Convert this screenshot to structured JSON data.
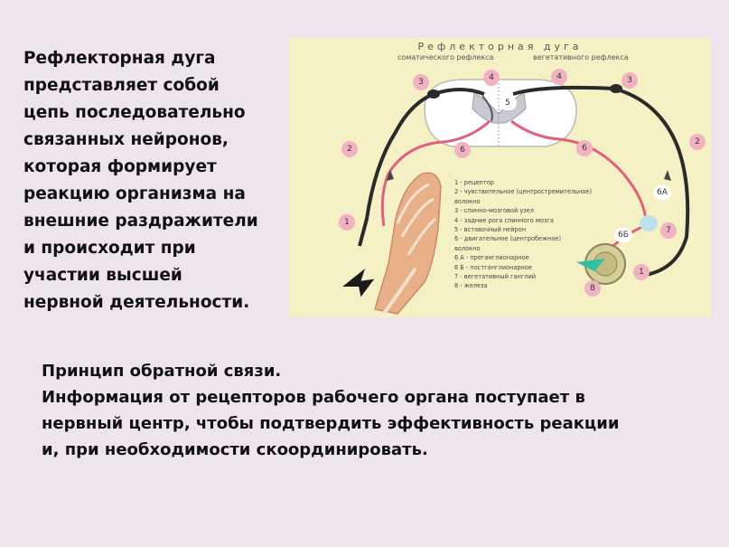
{
  "text": {
    "intro": "Рефлекторная дуга\nпредставляет собой\nцепь последовательно\nсвязанных нейронов,\nкоторая формирует\nреакцию организма на\nвнешние раздражители\nи происходит при\nучастии высшей\nнервной деятельности.",
    "principle_title": "Принцип обратной связи.",
    "principle_lines": [
      "Информация от рецепторов рабочего органа поступает в",
      "нервный центр, чтобы подтвердить эффективность реакции",
      "и, при необходимости скоординировать."
    ]
  },
  "figure": {
    "title": "Рефлекторная дуга",
    "subtitle_left": "соматического рефлекса",
    "subtitle_right": "вегетативного рефлекса",
    "labels": {
      "n1_left": "1",
      "n2_left": "2",
      "n3_left": "3",
      "n4_left": "4",
      "n5": "5",
      "n6_left": "6",
      "n4_right": "4",
      "n3_right": "3",
      "n2_right": "2",
      "n6_right": "6",
      "n6a": "6А",
      "n6b": "6Б",
      "n7": "7",
      "n1_right": "1",
      "n8": "8"
    },
    "legend": [
      "1 - рецептор",
      "2 - чувствительное (центростремительное)",
      "      волокно",
      "3 - спинно-мозговой узел",
      "4 - задние рога спинного мозга",
      "5 - вставочный нейрон",
      "6 - двигательное (центробежное)",
      "      волокно",
      "      6 А - преганглионарное",
      "      6 Б - постганглионарное",
      "7 - вегетативный ганглий",
      "8 - железа"
    ],
    "colors": {
      "background": "#f5f1c4",
      "nerve_sensory": "#2a2a2a",
      "nerve_motor": "#e0607e",
      "label_bubble": "#f2b2c2",
      "arm": "#e8b089"
    }
  }
}
